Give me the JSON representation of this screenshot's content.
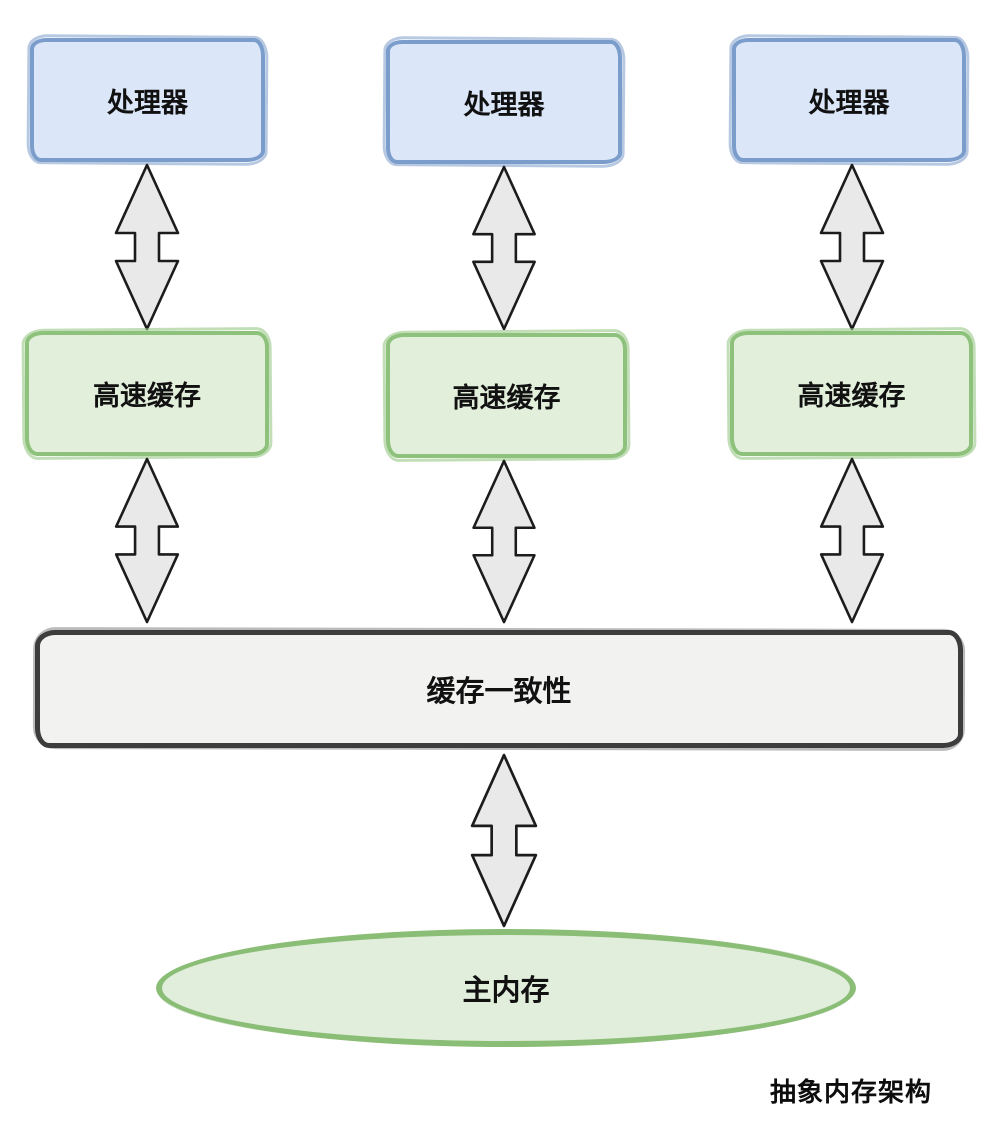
{
  "diagram": {
    "title": "抽象内存架构",
    "processors": [
      {
        "label": "处理器"
      },
      {
        "label": "处理器"
      },
      {
        "label": "处理器"
      }
    ],
    "caches": [
      {
        "label": "高速缓存"
      },
      {
        "label": "高速缓存"
      },
      {
        "label": "高速缓存"
      }
    ],
    "coherence": {
      "label": "缓存一致性"
    },
    "memory": {
      "label": "主内存"
    },
    "caption": "抽象内存架构",
    "connections": [
      {
        "from": "processor-1",
        "to": "cache-1",
        "type": "bidirectional-arrow"
      },
      {
        "from": "processor-2",
        "to": "cache-2",
        "type": "bidirectional-arrow"
      },
      {
        "from": "processor-3",
        "to": "cache-3",
        "type": "bidirectional-arrow"
      },
      {
        "from": "cache-1",
        "to": "coherence-bar",
        "type": "bidirectional-arrow"
      },
      {
        "from": "cache-2",
        "to": "coherence-bar",
        "type": "bidirectional-arrow"
      },
      {
        "from": "cache-3",
        "to": "coherence-bar",
        "type": "bidirectional-arrow"
      },
      {
        "from": "coherence-bar",
        "to": "main-memory",
        "type": "bidirectional-arrow"
      }
    ],
    "colors": {
      "processor_fill": "#dbe6f8",
      "processor_border": "#7b9dcb",
      "cache_fill": "#e2efdb",
      "cache_border": "#8ec27c",
      "coherence_fill": "#f2f2f1",
      "coherence_border": "#3d3d3d",
      "memory_fill": "#e0eedb",
      "memory_border": "#8abd75",
      "arrow_fill": "#e9e9e9",
      "arrow_stroke": "#1c1c1c",
      "text": "#111111",
      "background": "#ffffff"
    }
  }
}
